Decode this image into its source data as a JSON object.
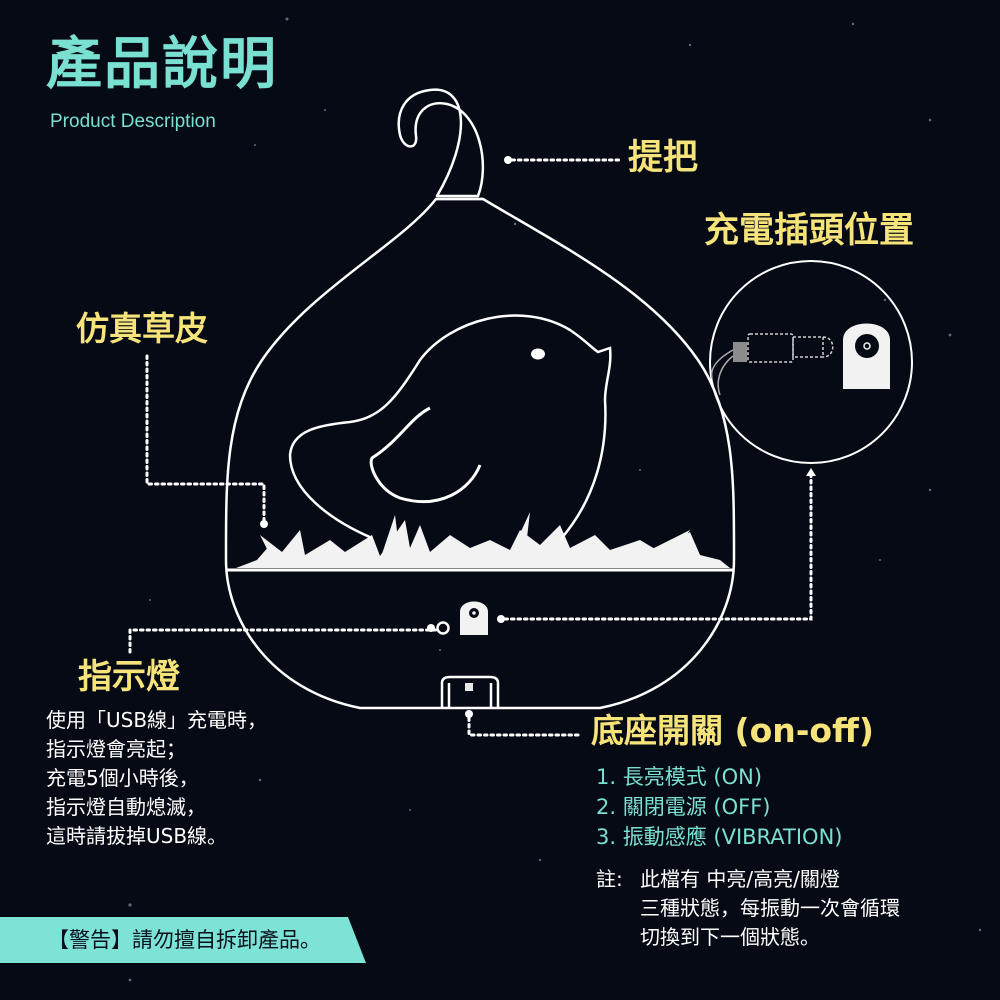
{
  "header": {
    "title": "產品說明",
    "subtitle": "Product Description"
  },
  "labels": {
    "handle": "提把",
    "charging_port": "充電插頭位置",
    "artificial_grass": "仿真草皮",
    "indicator": "指示燈",
    "base_switch": "底座開關 (on-off)"
  },
  "indicator_description": [
    "使用「USB線」充電時，",
    "指示燈會亮起；",
    "充電5個小時後，",
    "指示燈自動熄滅，",
    "這時請拔掉USB線。"
  ],
  "switch_modes": [
    "1. 長亮模式 (ON)",
    "2. 關閉電源 (OFF)",
    "3. 振動感應 (VIBRATION)"
  ],
  "note": {
    "prefix": "註:",
    "lines": [
      "此檔有 中亮/高亮/關燈",
      "三種狀態，每振動一次會循環",
      "切換到下一個狀態。"
    ]
  },
  "warning": "【警告】請勿擅自拆卸產品。",
  "colors": {
    "background": "#060a14",
    "accent_teal": "#79e0d2",
    "label_yellow": "#f6e47a",
    "line_white": "#ffffff"
  },
  "icons": {
    "lamp": "bird-lamp-outline",
    "plug": "usb-plug-icon",
    "port": "charging-port-icon"
  }
}
